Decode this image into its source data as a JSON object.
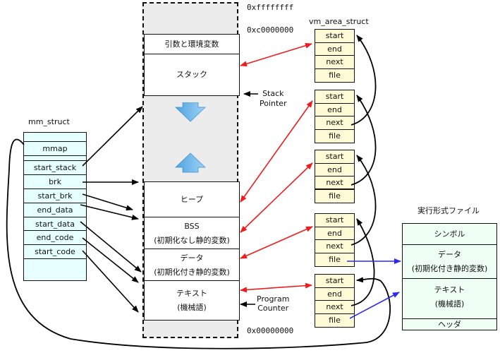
{
  "addresses": {
    "top": "0xffffffff",
    "kernel_boundary": "0xc0000000",
    "bottom": "0x00000000"
  },
  "memory": {
    "segments": [
      {
        "id": "args-env",
        "lines": [
          "引数と環境変数"
        ]
      },
      {
        "id": "stack",
        "lines": [
          "スタック"
        ]
      },
      {
        "id": "heap",
        "lines": [
          "ヒープ"
        ]
      },
      {
        "id": "bss",
        "lines": [
          "BSS",
          "(初期化なし静的変数)"
        ]
      },
      {
        "id": "data",
        "lines": [
          "データ",
          "(初期化付き静的変数)"
        ]
      },
      {
        "id": "text",
        "lines": [
          "テキスト",
          "(機械語)"
        ]
      }
    ],
    "stack_growth": "down-arrow",
    "heap_growth": "up-arrow"
  },
  "pointers": {
    "stack_pointer": [
      "Stack",
      "Pointer"
    ],
    "program_counter": [
      "Program",
      "Counter"
    ]
  },
  "mm_struct": {
    "title": "mm_struct",
    "fields": [
      "mmap",
      "start_stack",
      "brk",
      "start_brk",
      "end_data",
      "start_data",
      "end_code",
      "start_code"
    ]
  },
  "vm_area_struct": {
    "title": "vm_area_struct",
    "fields": [
      "start",
      "end",
      "next",
      "file"
    ],
    "count": 5
  },
  "executable": {
    "title": "実行形式ファイル",
    "sections": [
      {
        "id": "symbol",
        "lines": [
          "シンボル"
        ]
      },
      {
        "id": "data",
        "lines": [
          "データ",
          "(初期化付き静的変数)"
        ]
      },
      {
        "id": "text",
        "lines": [
          "テキスト",
          "(機械語)"
        ]
      },
      {
        "id": "header",
        "lines": [
          "ヘッダ"
        ]
      }
    ]
  },
  "colors": {
    "vma_link": "#ee1c1c",
    "file_link": "#2a2af0",
    "mm_link": "#000000",
    "mm_fill": "#e6ffff",
    "vma_fill": "#fffbd6",
    "exe_fill": "#f0fff3",
    "growth_arrow": "#5eb1e8"
  }
}
